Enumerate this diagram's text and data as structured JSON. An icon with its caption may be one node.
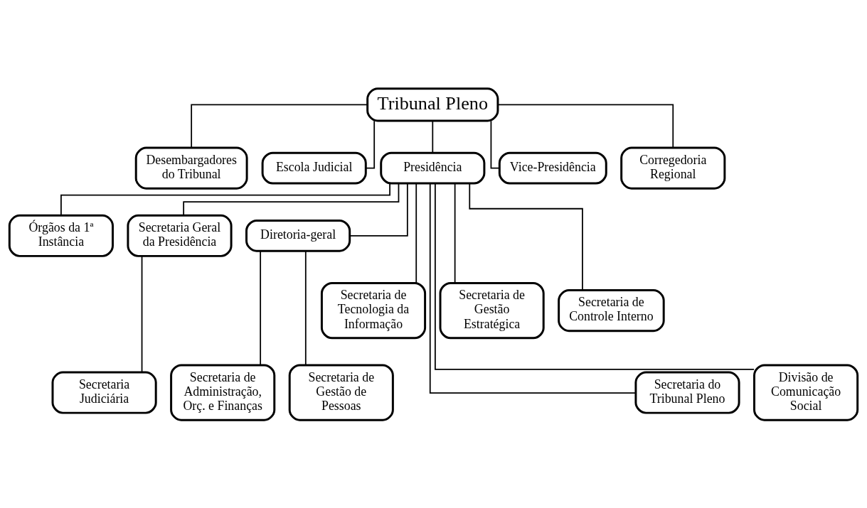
{
  "diagram": {
    "nodes": [
      {
        "text": [
          "Tribunal Pleno"
        ]
      },
      {
        "text": [
          "Desembargadores do Tribunal"
        ]
      },
      {
        "text": [
          "Escola Judicial"
        ]
      },
      {
        "text": [
          "Presidência"
        ]
      },
      {
        "text": [
          "Vice-Presidência"
        ]
      },
      {
        "text": [
          "Corregedoria Regional"
        ]
      },
      {
        "text": [
          "Órgãos da 1ª Instância"
        ]
      },
      {
        "text": [
          "Secretaria Geral da Presidência"
        ]
      },
      {
        "text": [
          "Diretoria-geral"
        ]
      },
      {
        "text": [
          "Secretaria de Tecnologia da Informação"
        ]
      },
      {
        "text": [
          "Secretaria de Gestão Estratégica"
        ]
      },
      {
        "text": [
          "Secretaria de Controle Interno"
        ]
      },
      {
        "text": [
          "Secretaria do Tribunal Pleno"
        ]
      },
      {
        "text": [
          "Divisão de Comunicação Social"
        ]
      },
      {
        "text": [
          "Secretaria Judiciária"
        ]
      },
      {
        "text": [
          "Secretaria de Administração, Orç. e Finanças"
        ]
      },
      {
        "text": [
          "Secretaria de Gestão de Pessoas"
        ]
      }
    ],
    "edges": [
      {
        "from": 0,
        "to": 1,
        "arrow": "none"
      },
      {
        "from": 0,
        "to": 2,
        "arrow": "none"
      },
      {
        "from": 0,
        "to": 3,
        "arrow": "none"
      },
      {
        "from": 0,
        "to": 4,
        "arrow": "none"
      },
      {
        "from": 0,
        "to": 5,
        "arrow": "none"
      },
      {
        "from": 3,
        "to": 6,
        "arrow": "none"
      },
      {
        "from": 3,
        "to": 12,
        "arrow": "none"
      },
      {
        "from": 3,
        "to": 9,
        "arrow": "none"
      },
      {
        "from": 3,
        "to": 13,
        "arrow": "none"
      },
      {
        "from": 3,
        "to": 7,
        "arrow": "none"
      },
      {
        "from": 3,
        "to": 10,
        "arrow": "none"
      },
      {
        "from": 3,
        "to": 8,
        "arrow": "none"
      },
      {
        "from": 3,
        "to": 11,
        "arrow": "none"
      },
      {
        "from": 7,
        "to": 14,
        "arrow": "none"
      },
      {
        "from": 8,
        "to": 15,
        "arrow": "none"
      },
      {
        "from": 8,
        "to": 16,
        "arrow": "none"
      }
    ]
  }
}
